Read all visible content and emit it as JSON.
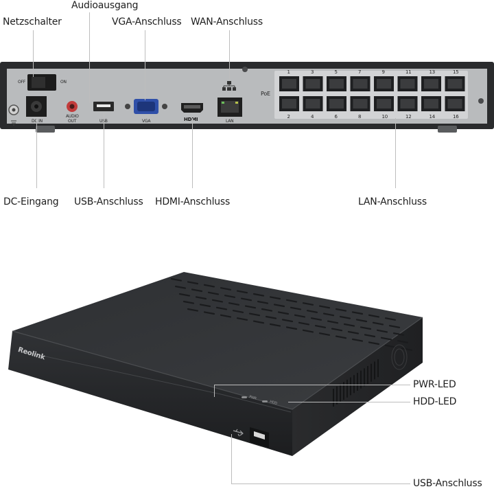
{
  "top_labels": {
    "power_switch": "Netzschalter",
    "audio_output": "Audioausgang",
    "vga_port": "VGA-Anschluss",
    "wan_port": "WAN-Anschluss",
    "dc_input": "DC-Eingang",
    "usb_port": "USB-Anschluss",
    "hdmi_port": "HDMI-Anschluss",
    "lan_ports": "LAN-Anschluss"
  },
  "back_panel": {
    "off": "OFF",
    "on": "ON",
    "dc_in": "DC IN",
    "audio_out_1": "AUDIO",
    "audio_out_2": "OUT",
    "usb": "USB",
    "vga": "VGA",
    "hdmi": "HDMI",
    "lan": "LAN",
    "poe": "PoE",
    "port_numbers_top": [
      "1",
      "3",
      "5",
      "7",
      "9",
      "11",
      "13",
      "15"
    ],
    "port_numbers_bottom": [
      "2",
      "4",
      "6",
      "8",
      "10",
      "12",
      "14",
      "16"
    ]
  },
  "front_labels": {
    "pwr_led": "PWR-LED",
    "hdd_led": "HDD-LED",
    "usb_port": "USB-Anschluss"
  },
  "front_panel": {
    "brand": "Reolink",
    "pwr": "PWR",
    "hdd": "HDD"
  },
  "colors": {
    "chassis_dark": "#2a2b2d",
    "panel_grey": "#b9bbbd",
    "vga_blue": "#2f4fa8",
    "audio_red": "#c23b3b",
    "leader_line": "#bdbdbd"
  }
}
